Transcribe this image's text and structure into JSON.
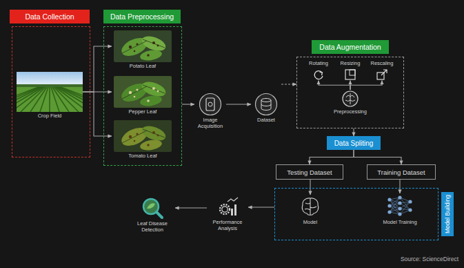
{
  "diagram": {
    "nodes": [
      {
        "text": [
          "Data Collection"
        ]
      },
      {
        "text": [
          "Crop Field"
        ],
        "in": 0
      },
      {
        "text": [
          "Data Preprocessing"
        ]
      },
      {
        "text": [
          "Potato Leaf"
        ],
        "in": 2
      },
      {
        "text": [
          "Pepper Leaf"
        ],
        "in": 2
      },
      {
        "text": [
          "Tomato Leaf"
        ],
        "in": 2
      },
      {
        "text": [
          "Image Acquisition"
        ]
      },
      {
        "text": [
          "Dataset"
        ]
      },
      {
        "text": [
          "Data Augmentation"
        ]
      },
      {
        "text": [
          "Rotating"
        ],
        "in": 8
      },
      {
        "text": [
          "Resizing"
        ],
        "in": 8
      },
      {
        "text": [
          "Rescaling"
        ],
        "in": 8
      },
      {
        "text": [
          "Preprocessing"
        ],
        "in": 8
      },
      {
        "text": [
          "Data Spliting"
        ]
      },
      {
        "text": [
          "Testing Dataset"
        ]
      },
      {
        "text": [
          "Training Dataset"
        ]
      },
      {
        "text": [
          "Model Building"
        ]
      },
      {
        "text": [
          "Model"
        ],
        "in": 16
      },
      {
        "text": [
          "Model Training"
        ],
        "in": 16
      },
      {
        "text": [
          "Performance Analysis"
        ]
      },
      {
        "text": [
          "Leaf Disease Detection"
        ]
      }
    ],
    "edges": [
      {
        "from": 1,
        "to": 3,
        "arrow": "to"
      },
      {
        "from": 1,
        "to": 4,
        "arrow": "to"
      },
      {
        "from": 1,
        "to": 5,
        "arrow": "to"
      },
      {
        "from": 2,
        "to": 6,
        "arrow": "to"
      },
      {
        "from": 6,
        "to": 7,
        "arrow": "to"
      },
      {
        "from": 7,
        "to": 8,
        "arrow": "to"
      },
      {
        "from": 12,
        "to": 9,
        "arrow": "to"
      },
      {
        "from": 12,
        "to": 10,
        "arrow": "to"
      },
      {
        "from": 12,
        "to": 11,
        "arrow": "to"
      },
      {
        "from": 8,
        "to": 13,
        "arrow": "to"
      },
      {
        "from": 13,
        "to": 14,
        "arrow": "to"
      },
      {
        "from": 13,
        "to": 15,
        "arrow": "to"
      },
      {
        "from": 14,
        "to": 17,
        "arrow": "to"
      },
      {
        "from": 15,
        "to": 18,
        "arrow": "to"
      },
      {
        "from": 16,
        "to": 19,
        "arrow": "to"
      },
      {
        "from": 19,
        "to": 20,
        "arrow": "to"
      }
    ],
    "labels": [
      "Source: ScienceDirect"
    ]
  }
}
